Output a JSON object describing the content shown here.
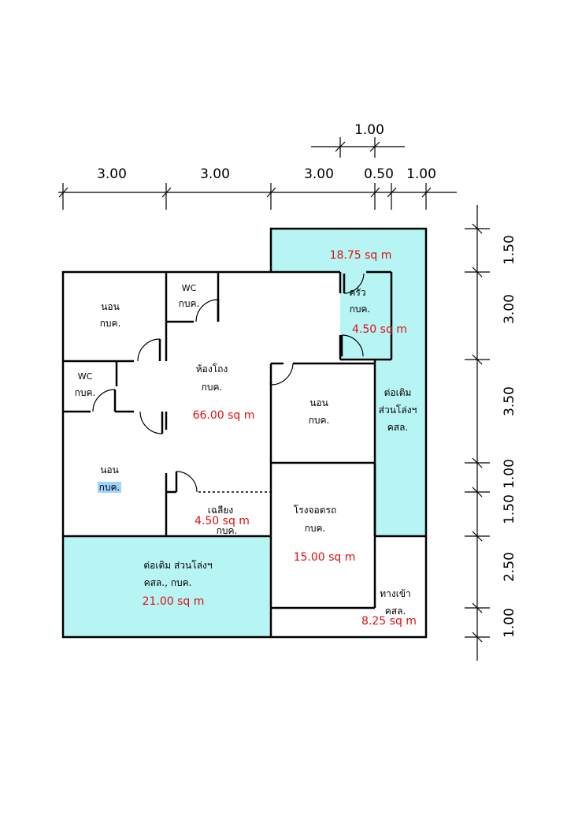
{
  "colors": {
    "extension_fill": "#b7f4f4",
    "wall": "#000000",
    "area_text": "#e01010",
    "highlight": "#9fd3ff"
  },
  "top_dimensions": {
    "upper": "1.00",
    "segments": [
      "3.00",
      "3.00",
      "3.00",
      "0.50",
      "1.00"
    ]
  },
  "right_dimensions": [
    "1.50",
    "3.00",
    "3.50",
    "1.00",
    "1.50",
    "2.50",
    "1.00"
  ],
  "rooms": {
    "bedroom_tl": {
      "name": "นอน",
      "code": "กบค."
    },
    "wc_top": {
      "name": "WC",
      "code": "กบค."
    },
    "wc_left": {
      "name": "WC",
      "code": "กบค."
    },
    "bedroom_bl": {
      "name": "นอน",
      "code": "กบค."
    },
    "living": {
      "name": "ห้องโถง",
      "code": "กบค.",
      "area": "66.00 sq m"
    },
    "bedroom_r": {
      "name": "นอน",
      "code": "กบค."
    },
    "kitchen": {
      "name": "ครัว",
      "code": "กบค.",
      "area": "4.50 sq m"
    },
    "top_extension": {
      "area": "18.75 sq m"
    },
    "right_extension": {
      "line1": "ต่อเติม",
      "line2": "ส่วนโล่งฯ",
      "code": "คสล."
    },
    "porch": {
      "name": "เฉลียง",
      "code": "กบค.",
      "area": "4.50 sq m"
    },
    "garage": {
      "name": "โรงจอดรถ",
      "code": "กบค.",
      "area": "15.00 sq m"
    },
    "bottom_extension": {
      "name": "ต่อเติม ส่วนโล่งฯ",
      "code": "คสล., กบค.",
      "area": "21.00 sq m"
    },
    "entrance": {
      "name": "ทางเข้า",
      "code": "คสล.",
      "area": "8.25 sq m"
    }
  }
}
